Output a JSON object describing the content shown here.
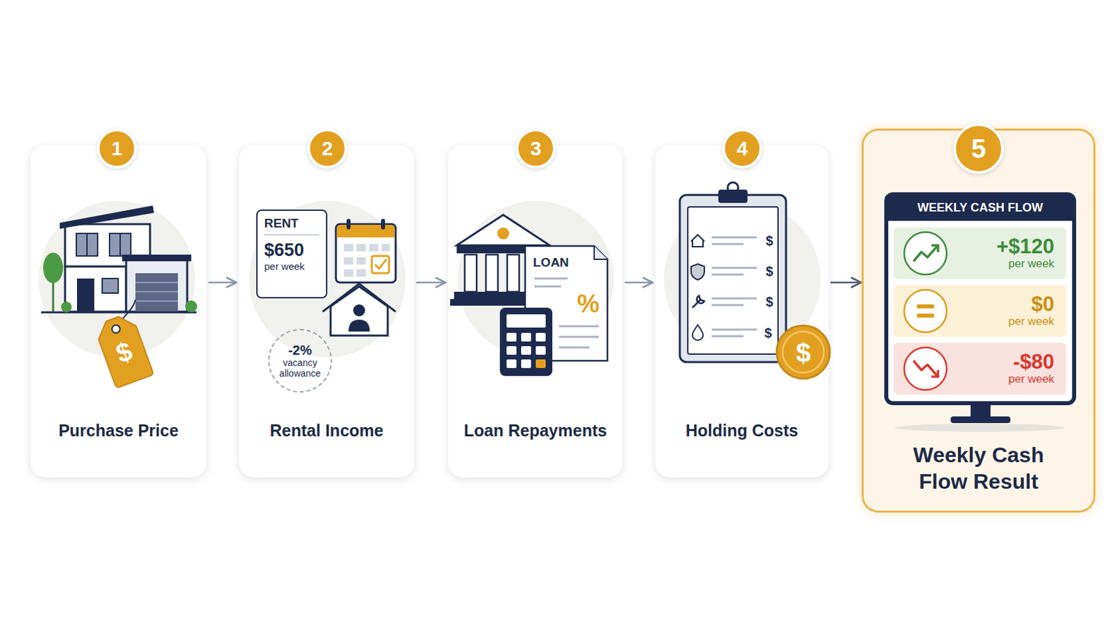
{
  "diagram": {
    "nodes": [
      {
        "text": [
          "Purchase Price"
        ]
      },
      {
        "text": [
          "1"
        ],
        "in": 0
      },
      {
        "text": [
          "Rental Income"
        ]
      },
      {
        "text": [
          "2"
        ],
        "in": 2
      },
      {
        "text": [
          "RENT",
          "$650",
          "per week"
        ],
        "in": 2
      },
      {
        "text": [
          "-2%",
          "vacancy allowance"
        ],
        "in": 2
      },
      {
        "text": [
          "Loan Repayments"
        ]
      },
      {
        "text": [
          "3"
        ],
        "in": 6
      },
      {
        "text": [
          "LOAN",
          "%"
        ],
        "in": 6
      },
      {
        "text": [
          "Holding Costs"
        ]
      },
      {
        "text": [
          "4"
        ],
        "in": 9
      },
      {
        "text": [
          "Weekly Cash Flow Result"
        ]
      },
      {
        "text": [
          "5"
        ],
        "in": 11
      },
      {
        "text": [
          "WEEKLY CASH FLOW"
        ],
        "in": 11
      },
      {
        "text": [
          "+$120",
          "per week"
        ],
        "in": 13
      },
      {
        "text": [
          "$0",
          "per week"
        ],
        "in": 13
      },
      {
        "text": [
          "-$80",
          "per week"
        ],
        "in": 13
      }
    ],
    "edges": [
      {
        "from": 0,
        "to": 2,
        "arrow": "to"
      },
      {
        "from": 2,
        "to": 6,
        "arrow": "to"
      },
      {
        "from": 6,
        "to": 9,
        "arrow": "to"
      },
      {
        "from": 9,
        "to": 11,
        "arrow": "to"
      }
    ],
    "labels": [
      "$",
      "$",
      "$",
      "$",
      "$",
      "$"
    ]
  }
}
